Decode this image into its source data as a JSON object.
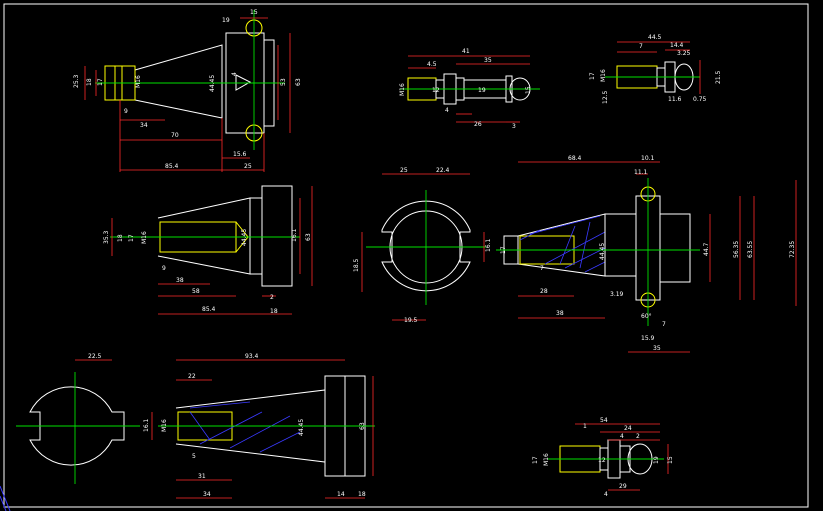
{
  "drawing": {
    "background": "#000000",
    "colors": {
      "object": "#ffffff",
      "object_alt": "#ffff00",
      "dimension": "#ff2a2a",
      "center": "#00e000",
      "hatch": "#3a3aff",
      "text": "#ffffff"
    }
  },
  "labels": {
    "v1": {
      "d15": "15",
      "d19": "19",
      "d253": "25.3",
      "d18": "18",
      "d17": "17",
      "m16": "M16",
      "d4445": "44.45",
      "d53": "53",
      "d63": "63",
      "d9": "9",
      "d34": "34",
      "d70": "70",
      "d156": "15.6",
      "d854": "85.4",
      "d25": "25",
      "d4": "4"
    },
    "v2": {
      "d41": "41",
      "d45": "4.5",
      "d35": "35",
      "m16": "M16",
      "d12": "12",
      "d19": "19",
      "d15": "15",
      "d4": "4",
      "d26": "26",
      "d3": "3"
    },
    "v3": {
      "d445": "44.5",
      "d7": "7",
      "d144": "14.4",
      "d325": "3.25",
      "d17": "17",
      "m16": "M16",
      "d125": "12.5",
      "d215": "21.5",
      "d115": "11.6",
      "d075": "0.75"
    },
    "v4": {
      "d353": "35.3",
      "d18": "18",
      "d17": "17",
      "m16": "M16",
      "d4445": "44.45",
      "d161": "16.1",
      "d63": "63",
      "d9": "9",
      "d38": "38",
      "d58": "58",
      "d854": "85.4",
      "d2": "2",
      "d18b": "18"
    },
    "v5": {
      "d25": "25",
      "d224": "22.4",
      "d185": "18.5",
      "d161": "16.1",
      "d195": "19.5"
    },
    "v6": {
      "d684": "68.4",
      "d101": "10.1",
      "d111": "11.1",
      "d17": "17",
      "d7": "7",
      "d4445": "44.45",
      "d447": "44.7",
      "d5635": "56.35",
      "d6355": "63.55",
      "d7235": "72.35",
      "d28": "28",
      "d38": "38",
      "d319": "3.19",
      "d60": "60°",
      "d7b": "7",
      "d159": "15.9",
      "d35": "35"
    },
    "v7": {
      "d225": "22.5",
      "d161": "16.1"
    },
    "v8": {
      "d934": "93.4",
      "d22": "22",
      "m16": "M16",
      "d4445": "44.45",
      "d63": "63",
      "d5": "5",
      "d31": "31",
      "d34": "34",
      "d14": "14",
      "d18": "18"
    },
    "v9": {
      "d54": "54",
      "d1": "1",
      "d24": "24",
      "d4": "4",
      "d2": "2",
      "d17": "17",
      "m16": "M16",
      "d12": "12",
      "d19": "19",
      "d15": "15",
      "d29": "29",
      "d4b": "4"
    }
  }
}
